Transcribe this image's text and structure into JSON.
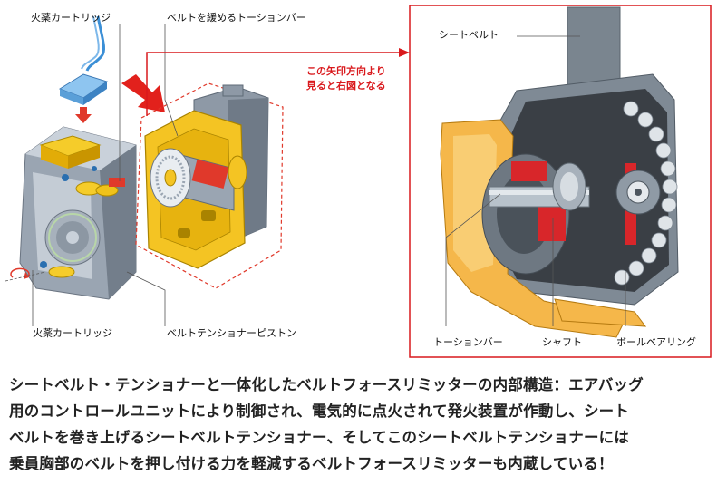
{
  "labels": {
    "cartridge_top": "火薬カートリッジ",
    "torsion_bar_loosen": "ベルトを緩めるトーションバー",
    "arrow_note_1": "この矢印方向より",
    "arrow_note_2": "見ると右図となる",
    "cartridge_bottom": "火薬カートリッジ",
    "tensioner_piston": "ベルトテンショナーピストン",
    "seat_belt": "シートベルト",
    "torsion_bar": "トーションバー",
    "shaft": "シャフト",
    "ball_bearing": "ボールベアリング"
  },
  "caption": {
    "line1": "シートベルト・テンショナーと一体化したベルトフォースリミッターの内部構造：エアバッグ",
    "line2": "用のコントロールユニットにより制御され、電気的に点火されて発火装置が作動し、シート",
    "line3": "ベルトを巻き上げるシートベルトテンショナー、そしてこのシートベルトテンショナーには",
    "line4": "乗員胸部のベルトを押し付ける力を軽減するベルトフォースリミッターも内蔵している！"
  },
  "colors": {
    "accent_red": "#d9191d",
    "yellow": "#f2c018",
    "gray_body": "#8e99a6"
  }
}
